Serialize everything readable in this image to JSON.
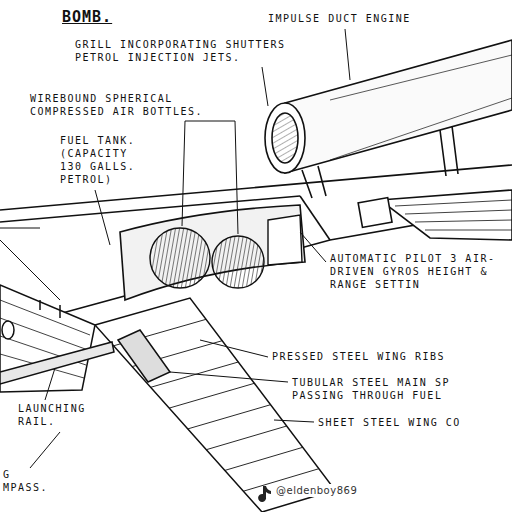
{
  "diagram": {
    "title": "BOMB.",
    "labels": [
      "IMPULSE DUCT ENGINE",
      "GRILL INCORPORATING SHUTTERS PETROL INJECTION JETS.",
      "WIREBOUND SPHERICAL COMPRESSED AIR BOTTLES.",
      "FUEL TANK. (CAPACITY 130 GALLS. PETROL)",
      "AUTOMATIC PILOT 3 AIR-DRIVEN GYROS HEIGHT & RANGE SETTIN",
      "PRESSED STEEL WING RIBS",
      "TUBULAR STEEL MAIN SP PASSING THROUGH FUEL",
      "SHEET STEEL WING CO",
      "LAUNCHING RAIL.",
      "G MPASS.",
      "@eldenboy869"
    ]
  }
}
